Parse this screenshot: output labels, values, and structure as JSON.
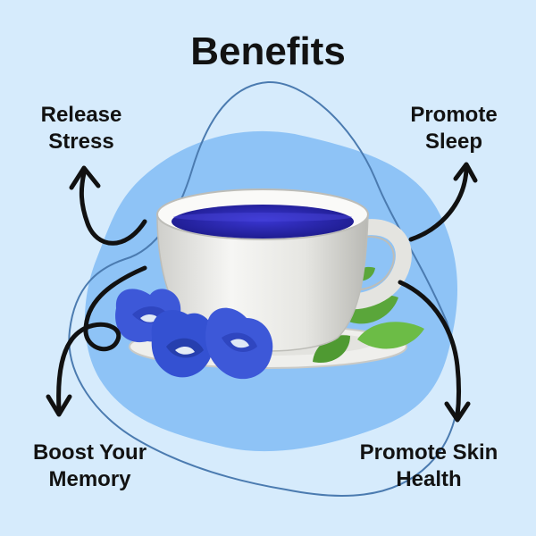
{
  "title": "Benefits",
  "benefits": [
    {
      "line1": "Release",
      "line2": "Stress"
    },
    {
      "line1": "Promote",
      "line2": "Sleep"
    },
    {
      "line1": "Boost Your",
      "line2": "Memory"
    },
    {
      "line1": "Promote Skin",
      "line2": "Health"
    }
  ],
  "colors": {
    "background": "#d6ebfc",
    "blob": "#8ec3f6",
    "outline": "#4b7bb0",
    "tea": "#2a26b8",
    "flower": "#3d58d8",
    "leaf": "#58aa3a",
    "cup": "#f4f4f2",
    "arrow": "#111111"
  }
}
